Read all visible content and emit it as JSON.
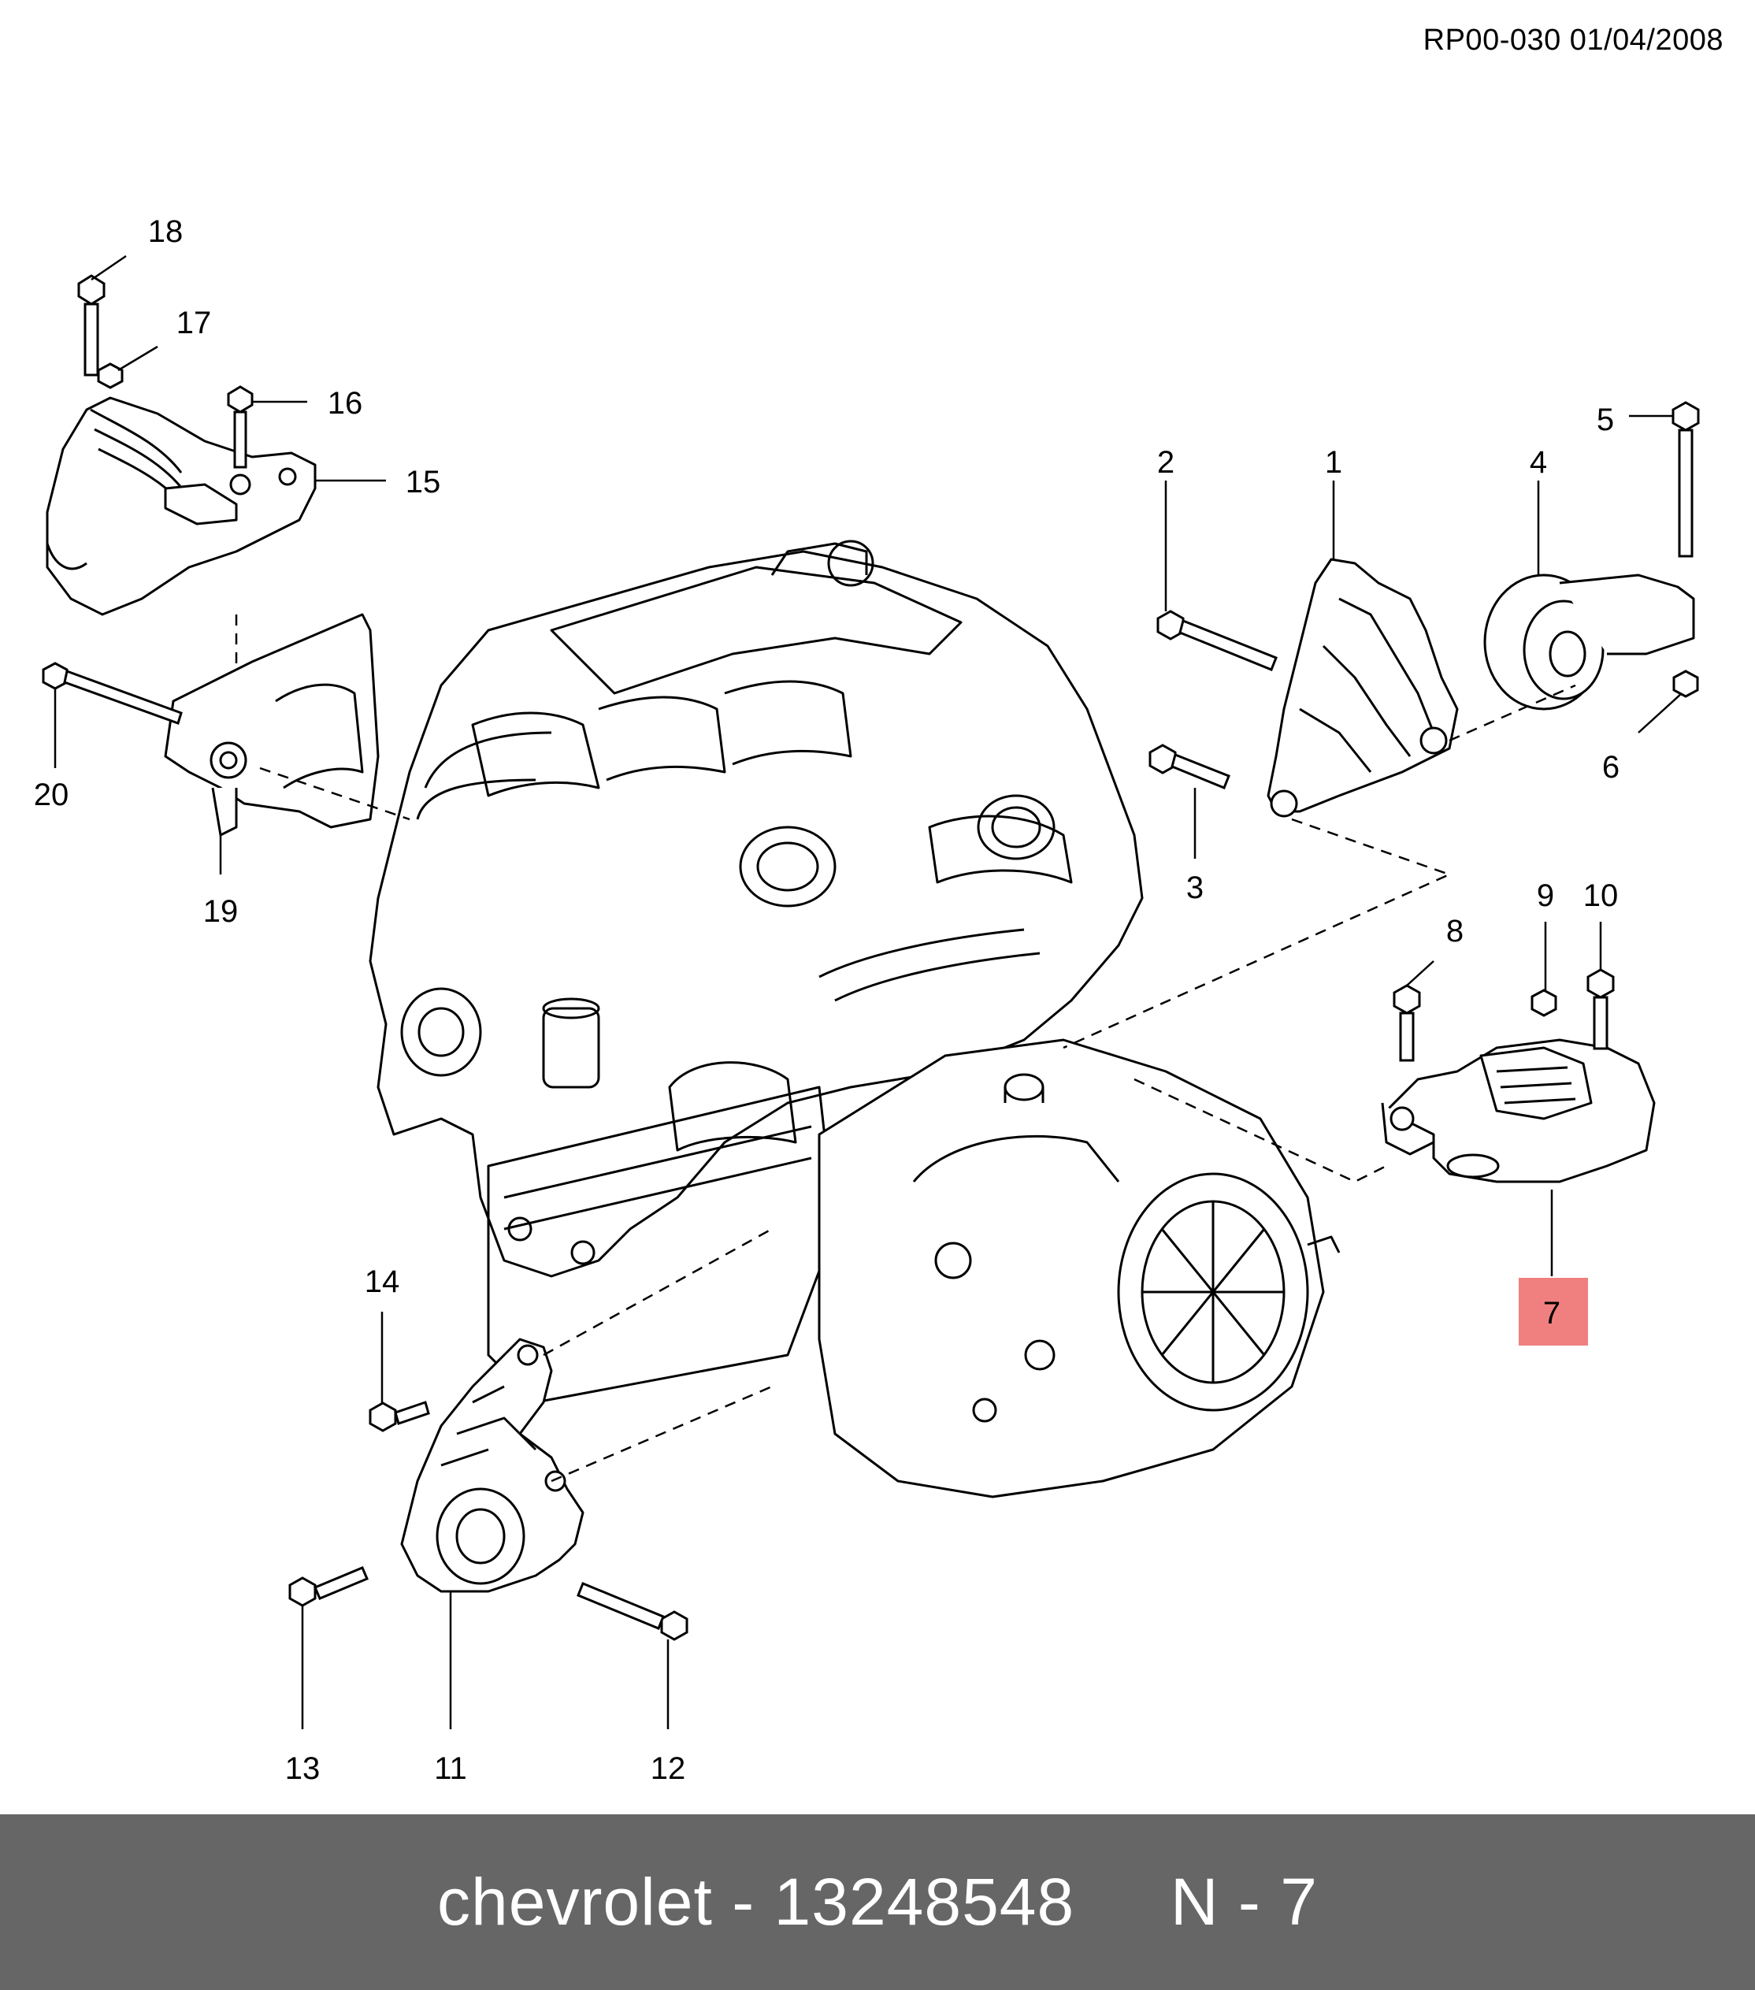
{
  "reference": "RP00-030 01/04/2008",
  "callouts": [
    {
      "id": "1",
      "label": "1"
    },
    {
      "id": "2",
      "label": "2"
    },
    {
      "id": "3",
      "label": "3"
    },
    {
      "id": "4",
      "label": "4"
    },
    {
      "id": "5",
      "label": "5"
    },
    {
      "id": "6",
      "label": "6"
    },
    {
      "id": "7",
      "label": "7",
      "highlighted": true
    },
    {
      "id": "8",
      "label": "8"
    },
    {
      "id": "9",
      "label": "9"
    },
    {
      "id": "10",
      "label": "10"
    },
    {
      "id": "11",
      "label": "11"
    },
    {
      "id": "12",
      "label": "12"
    },
    {
      "id": "13",
      "label": "13"
    },
    {
      "id": "14",
      "label": "14"
    },
    {
      "id": "15",
      "label": "15"
    },
    {
      "id": "16",
      "label": "16"
    },
    {
      "id": "17",
      "label": "17"
    },
    {
      "id": "18",
      "label": "18"
    },
    {
      "id": "19",
      "label": "19"
    },
    {
      "id": "20",
      "label": "20"
    }
  ],
  "footer": {
    "text": "chevrolet - 13248548     N - 7"
  },
  "colors": {
    "footer_bg": "#666666",
    "highlight": "#f08080",
    "line": "#000000"
  }
}
